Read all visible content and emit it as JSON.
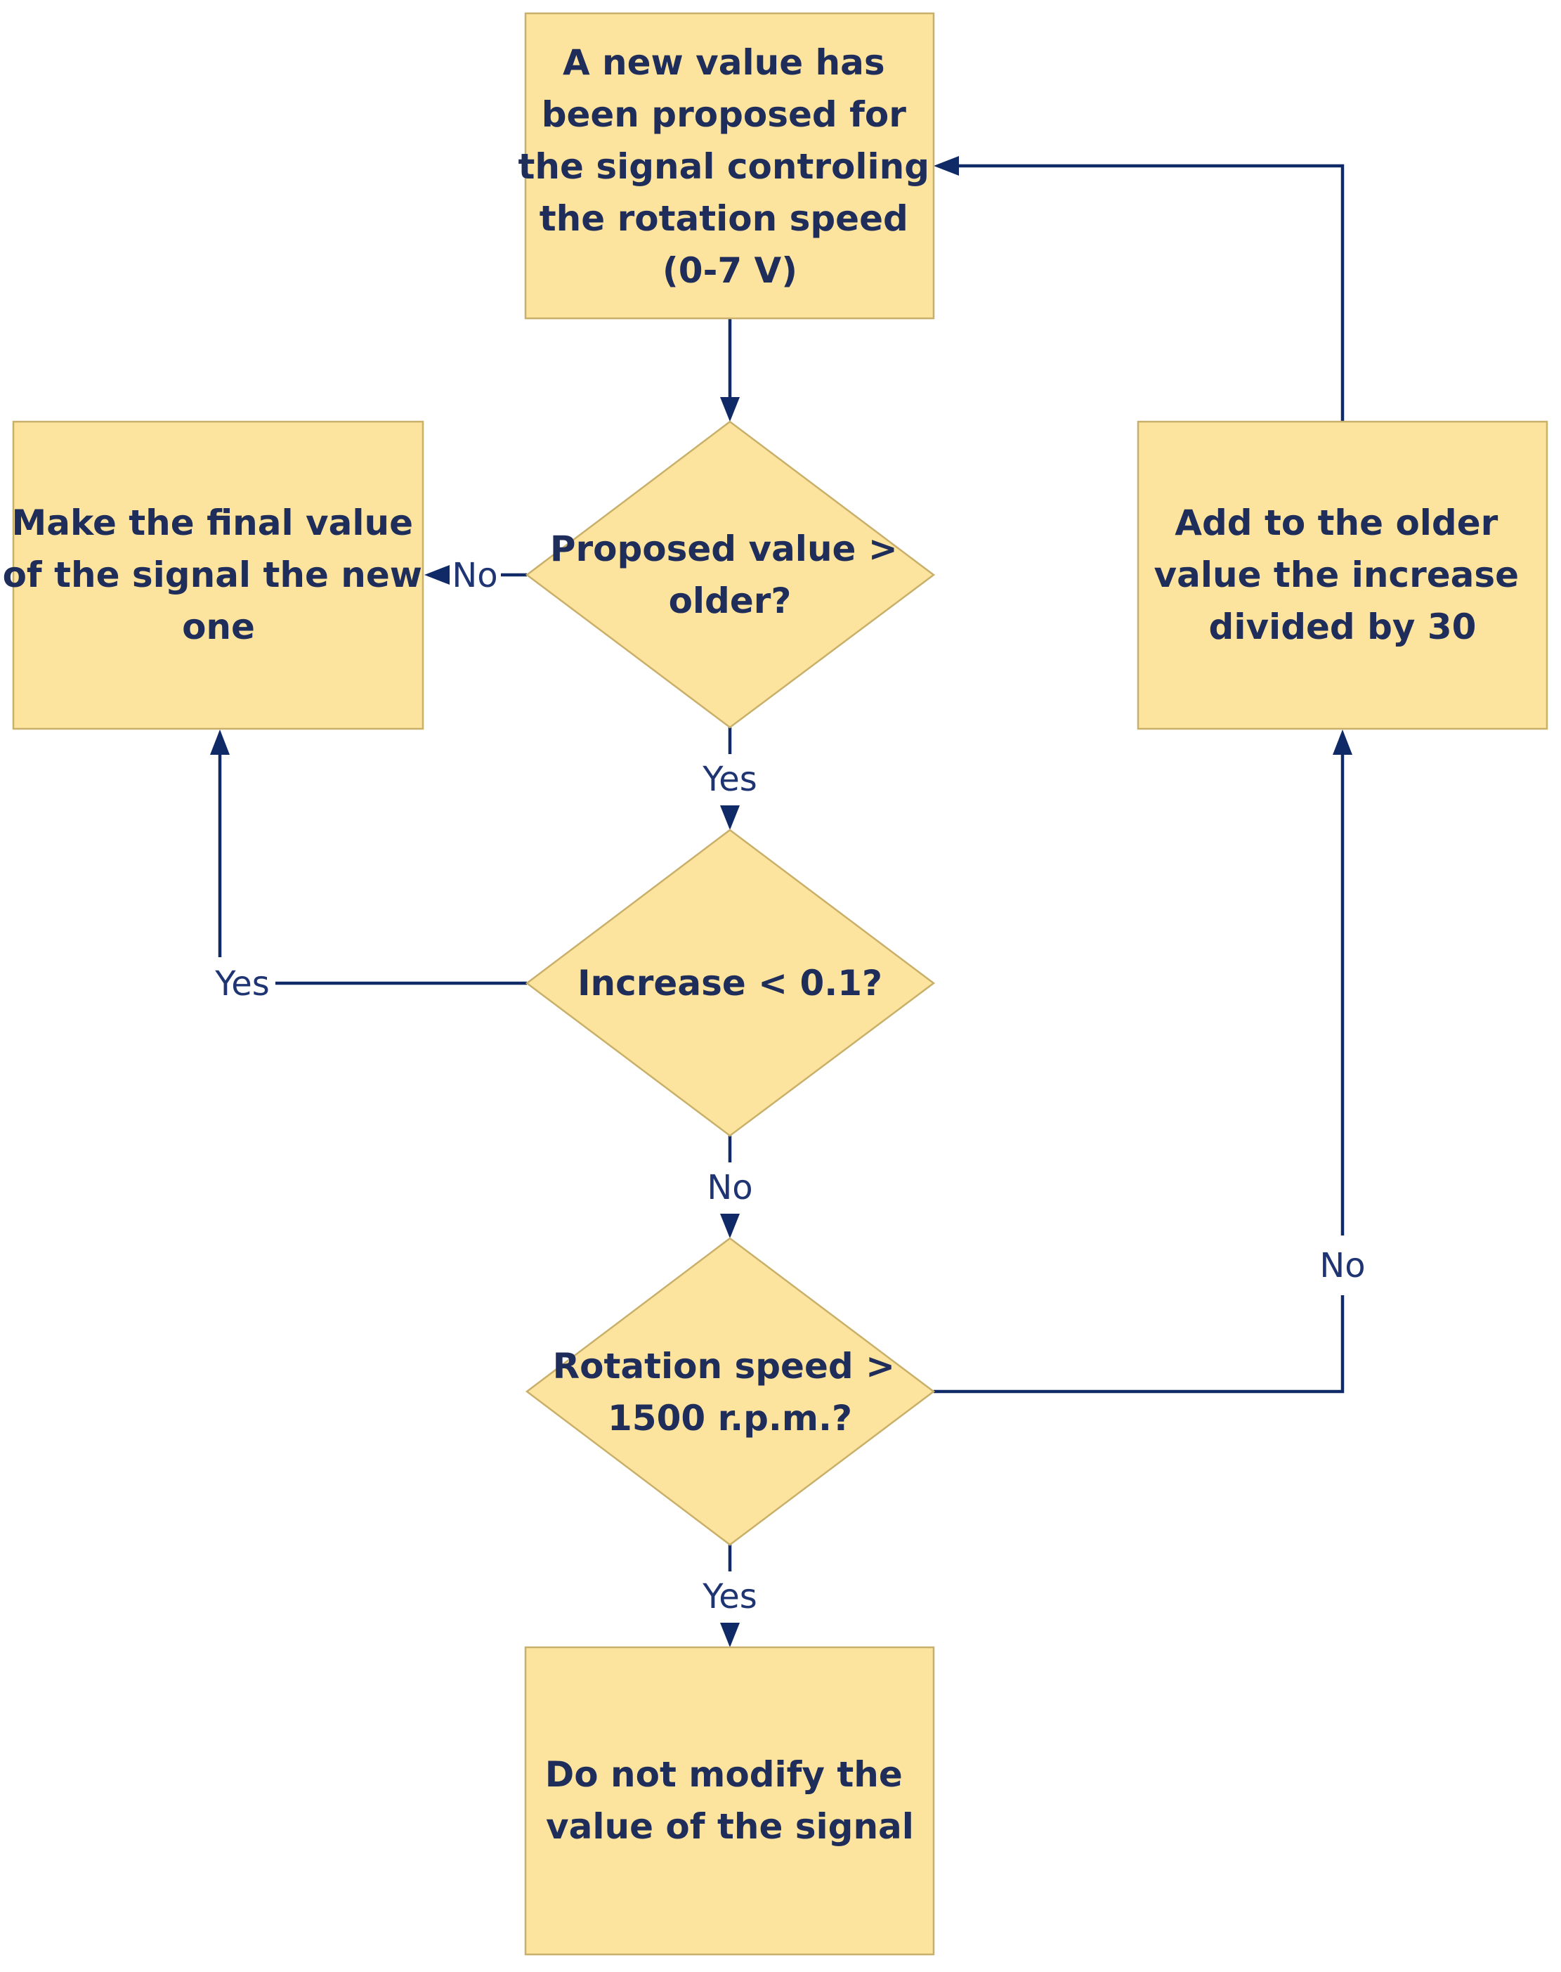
{
  "nodes": {
    "start": {
      "lines": [
        "A new value has",
        "been proposed for",
        "the signal controling",
        "the rotation speed",
        "(0-7 V)"
      ]
    },
    "decision_proposed": {
      "lines": [
        "Proposed value >",
        "older?"
      ]
    },
    "final_value": {
      "lines": [
        "Make the final value",
        "of the signal the new",
        "one"
      ]
    },
    "decision_increase": {
      "lines": [
        "Increase < 0.1?"
      ]
    },
    "add_increase": {
      "lines": [
        "Add to the older",
        "value the increase",
        "divided by 30"
      ]
    },
    "decision_speed": {
      "lines": [
        "Rotation speed >",
        "1500 r.p.m.?"
      ]
    },
    "no_modify": {
      "lines": [
        "Do not modify the",
        "value of the signal"
      ]
    }
  },
  "edges": {
    "proposed_no": "No",
    "proposed_yes": "Yes",
    "increase_yes": "Yes",
    "increase_no": "No",
    "speed_no": "No",
    "speed_yes": "Yes"
  },
  "colors": {
    "node_fill": "#fde49e",
    "node_border": "#c9b06a",
    "edge": "#0f2a66",
    "node_text": "#1f2d5a",
    "label_text": "#1f3472"
  }
}
